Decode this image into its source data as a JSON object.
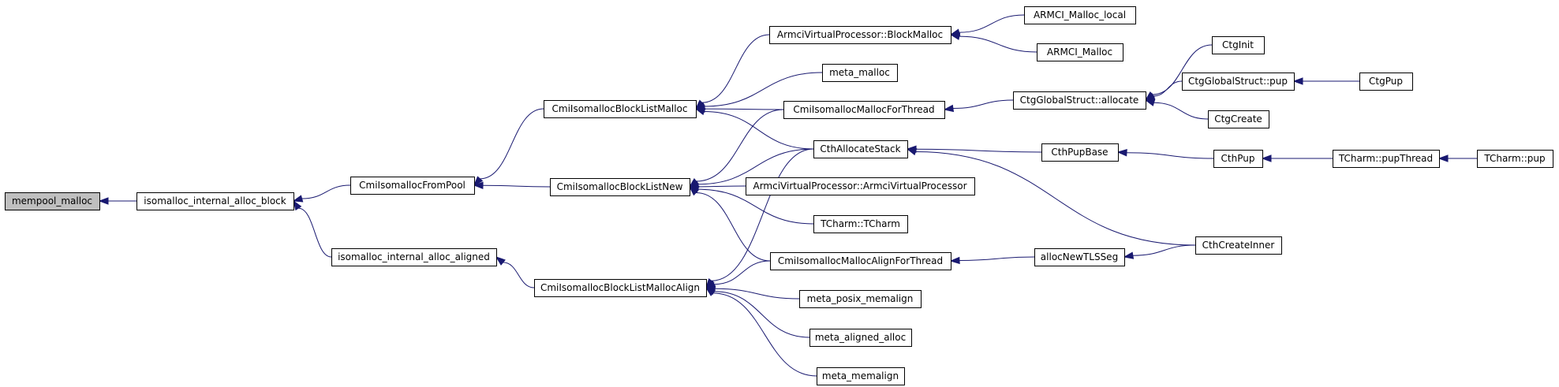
{
  "graph": {
    "nodes": [
      {
        "id": "mempool_malloc",
        "label": "mempool_malloc",
        "root": true
      },
      {
        "id": "isomalloc_internal_alloc_block",
        "label": "isomalloc_internal_alloc_block"
      },
      {
        "id": "isomalloc_internal_alloc_aligned",
        "label": "isomalloc_internal_alloc_aligned"
      },
      {
        "id": "CmiIsomallocFromPool",
        "label": "CmiIsomallocFromPool"
      },
      {
        "id": "CmiIsomallocBlockListMalloc",
        "label": "CmiIsomallocBlockListMalloc"
      },
      {
        "id": "CmiIsomallocBlockListNew",
        "label": "CmiIsomallocBlockListNew"
      },
      {
        "id": "CmiIsomallocBlockListMallocAlign",
        "label": "CmiIsomallocBlockListMallocAlign"
      },
      {
        "id": "ArmciVirtualProcessor_BlockMalloc",
        "label": "ArmciVirtualProcessor::BlockMalloc"
      },
      {
        "id": "meta_malloc",
        "label": "meta_malloc"
      },
      {
        "id": "CmiIsomallocMallocForThread",
        "label": "CmiIsomallocMallocForThread"
      },
      {
        "id": "CthAllocateStack",
        "label": "CthAllocateStack"
      },
      {
        "id": "ArmciVirtualProcessor_ArmciVirtualProcessor",
        "label": "ArmciVirtualProcessor::ArmciVirtualProcessor"
      },
      {
        "id": "TCharm_TCharm",
        "label": "TCharm::TCharm"
      },
      {
        "id": "CmiIsomallocMallocAlignForThread",
        "label": "CmiIsomallocMallocAlignForThread"
      },
      {
        "id": "meta_posix_memalign",
        "label": "meta_posix_memalign"
      },
      {
        "id": "meta_aligned_alloc",
        "label": "meta_aligned_alloc"
      },
      {
        "id": "meta_memalign",
        "label": "meta_memalign"
      },
      {
        "id": "ARMCI_Malloc_local",
        "label": "ARMCI_Malloc_local"
      },
      {
        "id": "ARMCI_Malloc",
        "label": "ARMCI_Malloc"
      },
      {
        "id": "CtgGlobalStruct_allocate",
        "label": "CtgGlobalStruct::allocate"
      },
      {
        "id": "CthPupBase",
        "label": "CthPupBase"
      },
      {
        "id": "allocNewTLSSeg",
        "label": "allocNewTLSSeg"
      },
      {
        "id": "CtgInit",
        "label": "CtgInit"
      },
      {
        "id": "CtgGlobalStruct_pup",
        "label": "CtgGlobalStruct::pup"
      },
      {
        "id": "CtgCreate",
        "label": "CtgCreate"
      },
      {
        "id": "CthPup",
        "label": "CthPup"
      },
      {
        "id": "CthCreateInner",
        "label": "CthCreateInner"
      },
      {
        "id": "CtgPup",
        "label": "CtgPup"
      },
      {
        "id": "TCharm_pupThread",
        "label": "TCharm::pupThread"
      },
      {
        "id": "TCharm_pup",
        "label": "TCharm::pup"
      }
    ],
    "edges": [
      {
        "from": "isomalloc_internal_alloc_block",
        "to": "mempool_malloc"
      },
      {
        "from": "CmiIsomallocFromPool",
        "to": "isomalloc_internal_alloc_block"
      },
      {
        "from": "isomalloc_internal_alloc_aligned",
        "to": "isomalloc_internal_alloc_block"
      },
      {
        "from": "CmiIsomallocBlockListMalloc",
        "to": "CmiIsomallocFromPool"
      },
      {
        "from": "CmiIsomallocBlockListNew",
        "to": "CmiIsomallocFromPool"
      },
      {
        "from": "CmiIsomallocBlockListMallocAlign",
        "to": "isomalloc_internal_alloc_aligned"
      },
      {
        "from": "ArmciVirtualProcessor_BlockMalloc",
        "to": "CmiIsomallocBlockListMalloc"
      },
      {
        "from": "meta_malloc",
        "to": "CmiIsomallocBlockListMalloc"
      },
      {
        "from": "CmiIsomallocMallocForThread",
        "to": "CmiIsomallocBlockListMalloc"
      },
      {
        "from": "CthAllocateStack",
        "to": "CmiIsomallocBlockListMalloc"
      },
      {
        "from": "CmiIsomallocMallocForThread",
        "to": "CmiIsomallocBlockListNew"
      },
      {
        "from": "CthAllocateStack",
        "to": "CmiIsomallocBlockListNew"
      },
      {
        "from": "ArmciVirtualProcessor_ArmciVirtualProcessor",
        "to": "CmiIsomallocBlockListNew"
      },
      {
        "from": "TCharm_TCharm",
        "to": "CmiIsomallocBlockListNew"
      },
      {
        "from": "CmiIsomallocMallocAlignForThread",
        "to": "CmiIsomallocBlockListNew"
      },
      {
        "from": "CthAllocateStack",
        "to": "CmiIsomallocBlockListMallocAlign"
      },
      {
        "from": "CmiIsomallocMallocAlignForThread",
        "to": "CmiIsomallocBlockListMallocAlign"
      },
      {
        "from": "meta_posix_memalign",
        "to": "CmiIsomallocBlockListMallocAlign"
      },
      {
        "from": "meta_aligned_alloc",
        "to": "CmiIsomallocBlockListMallocAlign"
      },
      {
        "from": "meta_memalign",
        "to": "CmiIsomallocBlockListMallocAlign"
      },
      {
        "from": "ARMCI_Malloc_local",
        "to": "ArmciVirtualProcessor_BlockMalloc"
      },
      {
        "from": "ARMCI_Malloc",
        "to": "ArmciVirtualProcessor_BlockMalloc"
      },
      {
        "from": "CtgGlobalStruct_allocate",
        "to": "CmiIsomallocMallocForThread"
      },
      {
        "from": "CthPupBase",
        "to": "CthAllocateStack"
      },
      {
        "from": "CthCreateInner",
        "to": "CthAllocateStack"
      },
      {
        "from": "allocNewTLSSeg",
        "to": "CmiIsomallocMallocAlignForThread"
      },
      {
        "from": "CtgInit",
        "to": "CtgGlobalStruct_allocate"
      },
      {
        "from": "CtgGlobalStruct_pup",
        "to": "CtgGlobalStruct_allocate"
      },
      {
        "from": "CtgCreate",
        "to": "CtgGlobalStruct_allocate"
      },
      {
        "from": "CthPup",
        "to": "CthPupBase"
      },
      {
        "from": "CthCreateInner",
        "to": "allocNewTLSSeg"
      },
      {
        "from": "CtgPup",
        "to": "CtgGlobalStruct_pup"
      },
      {
        "from": "TCharm_pupThread",
        "to": "CthPup"
      },
      {
        "from": "TCharm_pup",
        "to": "TCharm_pupThread"
      }
    ],
    "colors": {
      "edge": "#191970",
      "node_border": "#000000",
      "root_fill": "#bfbfbf",
      "node_fill": "#ffffff"
    }
  }
}
